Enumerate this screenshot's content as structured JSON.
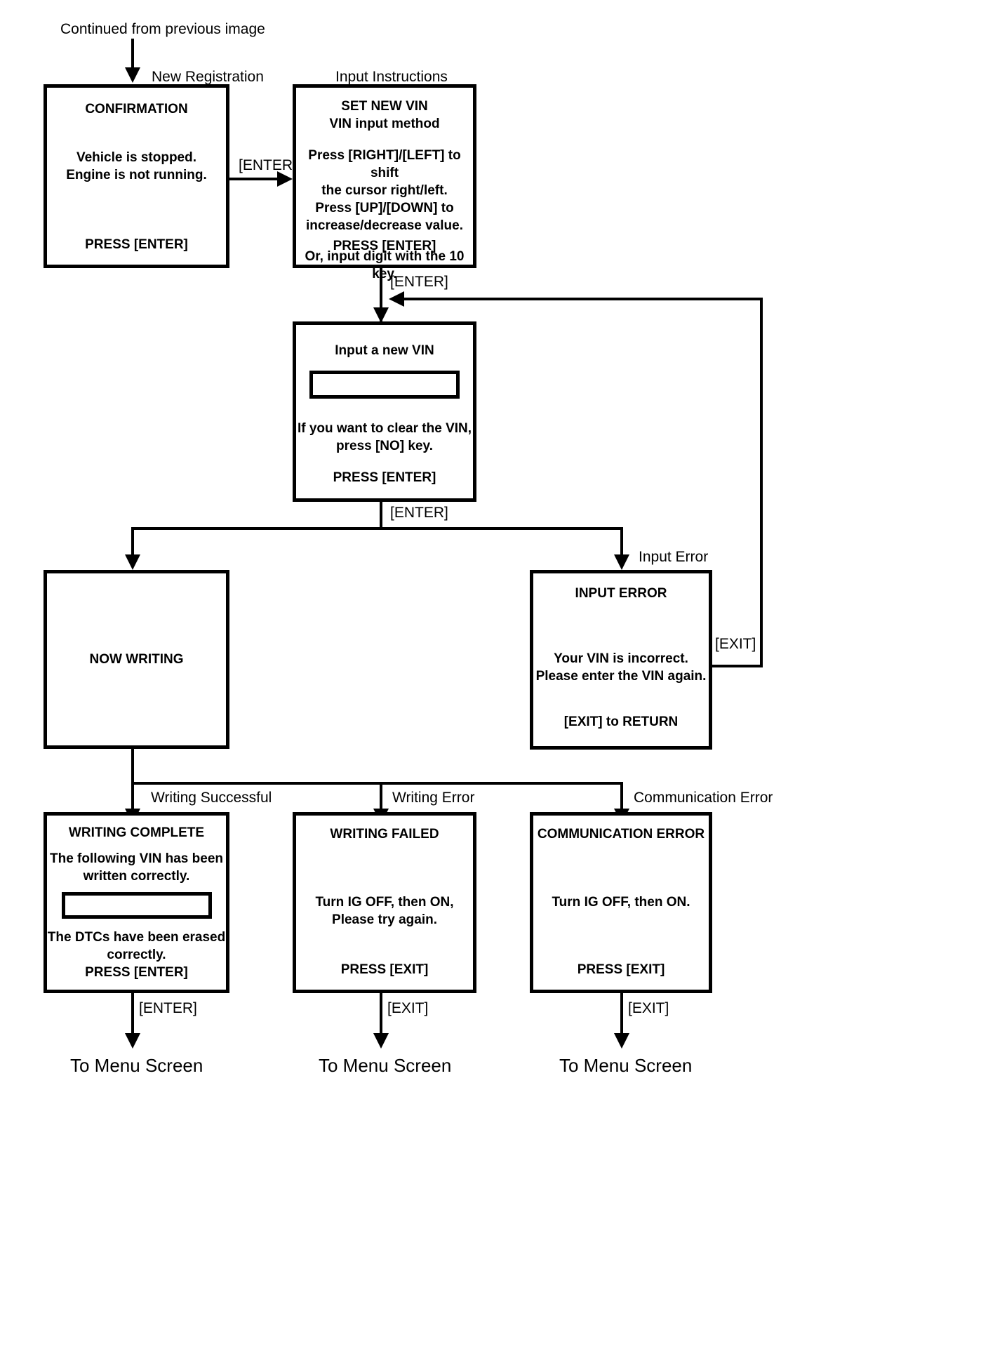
{
  "diagram": {
    "entry_label": "Continued from previous image",
    "section_labels": {
      "new_registration": "New Registration",
      "input_instructions": "Input Instructions",
      "input_error": "Input Error",
      "writing_successful": "Writing Successful",
      "writing_error": "Writing Error",
      "communication_error": "Communication Error"
    },
    "edge_labels": {
      "confirm_to_instructions": "[ENTER]",
      "instructions_to_input": "[ENTER]",
      "input_to_branch": "[ENTER]",
      "error_return": "[EXIT]",
      "complete_exit": "[ENTER]",
      "failed_exit": "[EXIT]",
      "comm_error_exit": "[EXIT]"
    },
    "terminals": {
      "menu_left": "To Menu Screen",
      "menu_center": "To Menu Screen",
      "menu_right": "To Menu Screen"
    },
    "screens": {
      "confirmation": {
        "title": "CONFIRMATION",
        "body": "Vehicle is stopped.\nEngine is not running.",
        "footer": "PRESS [ENTER]"
      },
      "set_new_vin": {
        "title": "SET NEW VIN\nVIN input method",
        "body": "Press [RIGHT]/[LEFT] to shift\nthe cursor right/left.\nPress [UP]/[DOWN] to\nincrease/decrease value.",
        "body2": "Or, input digit with the 10 key.",
        "footer": "PRESS [ENTER]"
      },
      "input_new_vin": {
        "title": "Input a new VIN",
        "field_value": "",
        "body": "If you want to clear the VIN,\npress [NO] key.",
        "footer": "PRESS [ENTER]"
      },
      "now_writing": {
        "title": "NOW WRITING"
      },
      "input_error": {
        "title": "INPUT ERROR",
        "body": "Your VIN is incorrect.\nPlease enter the VIN again.",
        "footer": "[EXIT] to RETURN"
      },
      "writing_complete": {
        "title": "WRITING COMPLETE",
        "body": "The following VIN has been\nwritten correctly.",
        "field_value": "",
        "body2": "The DTCs have been erased\ncorrectly.",
        "footer": "PRESS [ENTER]"
      },
      "writing_failed": {
        "title": "WRITING FAILED",
        "body": "Turn IG OFF, then ON,\nPlease try again.",
        "footer": "PRESS [EXIT]"
      },
      "communication_error": {
        "title": "COMMUNICATION ERROR",
        "body": "Turn IG OFF, then ON.",
        "footer": "PRESS [EXIT]"
      }
    }
  }
}
